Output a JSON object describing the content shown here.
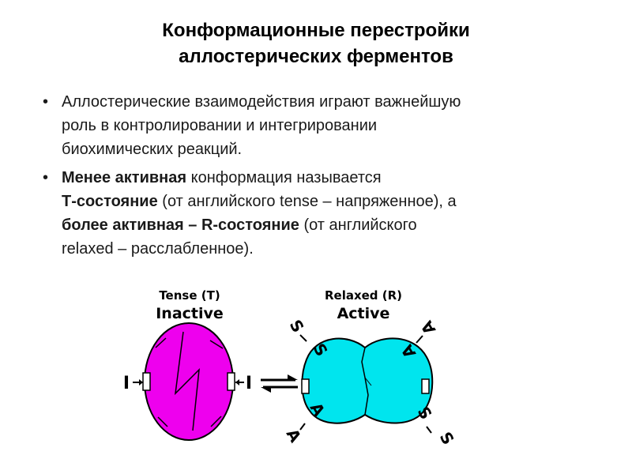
{
  "slide": {
    "title_line1": "Конформационные перестройки",
    "title_line2": "аллостерических ферментов"
  },
  "bullets": {
    "b1": {
      "line1": "Аллостерические взаимодействия играют важнейшую",
      "line2": "роль в контролировании и интегрировании",
      "line3": "биохимических реакций."
    },
    "b2": {
      "bold1": "Менее активная",
      "text1": " конформация называется",
      "bold2": "Т-состояние",
      "text2": " (от английского tense – напряженное), а",
      "bold3": "более активная – R-состояние",
      "text3": " (от английского",
      "text4": "relaxed – расслабленное)."
    }
  },
  "diagram": {
    "tense_label": "Tense (T)",
    "tense_state": "Inactive",
    "relaxed_label": "Relaxed (R)",
    "relaxed_state": "Active",
    "inhibitor_letter": "I",
    "substrate_letter": "S",
    "activator_letter": "A",
    "colors": {
      "tense_fill": "#ee00ee",
      "relaxed_fill": "#00e5ee",
      "outline": "#000000"
    }
  }
}
